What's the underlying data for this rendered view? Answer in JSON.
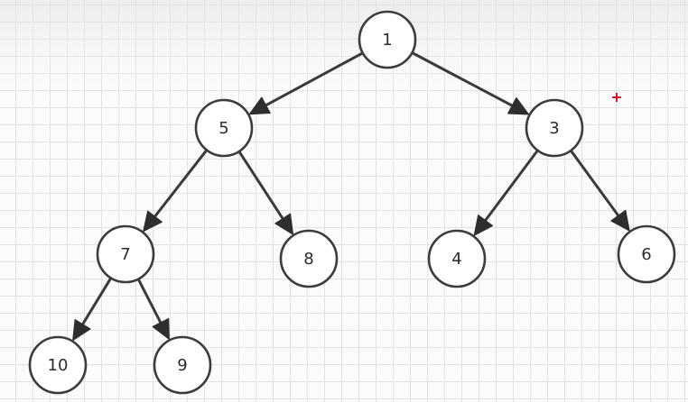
{
  "tree": {
    "nodes": [
      {
        "id": "n1",
        "label": "1"
      },
      {
        "id": "n5",
        "label": "5"
      },
      {
        "id": "n3",
        "label": "3"
      },
      {
        "id": "n7",
        "label": "7"
      },
      {
        "id": "n8",
        "label": "8"
      },
      {
        "id": "n4",
        "label": "4"
      },
      {
        "id": "n6",
        "label": "6"
      },
      {
        "id": "n10",
        "label": "10"
      },
      {
        "id": "n9",
        "label": "9"
      }
    ],
    "edges": [
      {
        "from": "n1",
        "to": "n5"
      },
      {
        "from": "n1",
        "to": "n3"
      },
      {
        "from": "n5",
        "to": "n7"
      },
      {
        "from": "n5",
        "to": "n8"
      },
      {
        "from": "n3",
        "to": "n4"
      },
      {
        "from": "n3",
        "to": "n6"
      },
      {
        "from": "n7",
        "to": "n10"
      },
      {
        "from": "n7",
        "to": "n9"
      }
    ]
  },
  "colors": {
    "cursor_marker": "#d4192c"
  }
}
